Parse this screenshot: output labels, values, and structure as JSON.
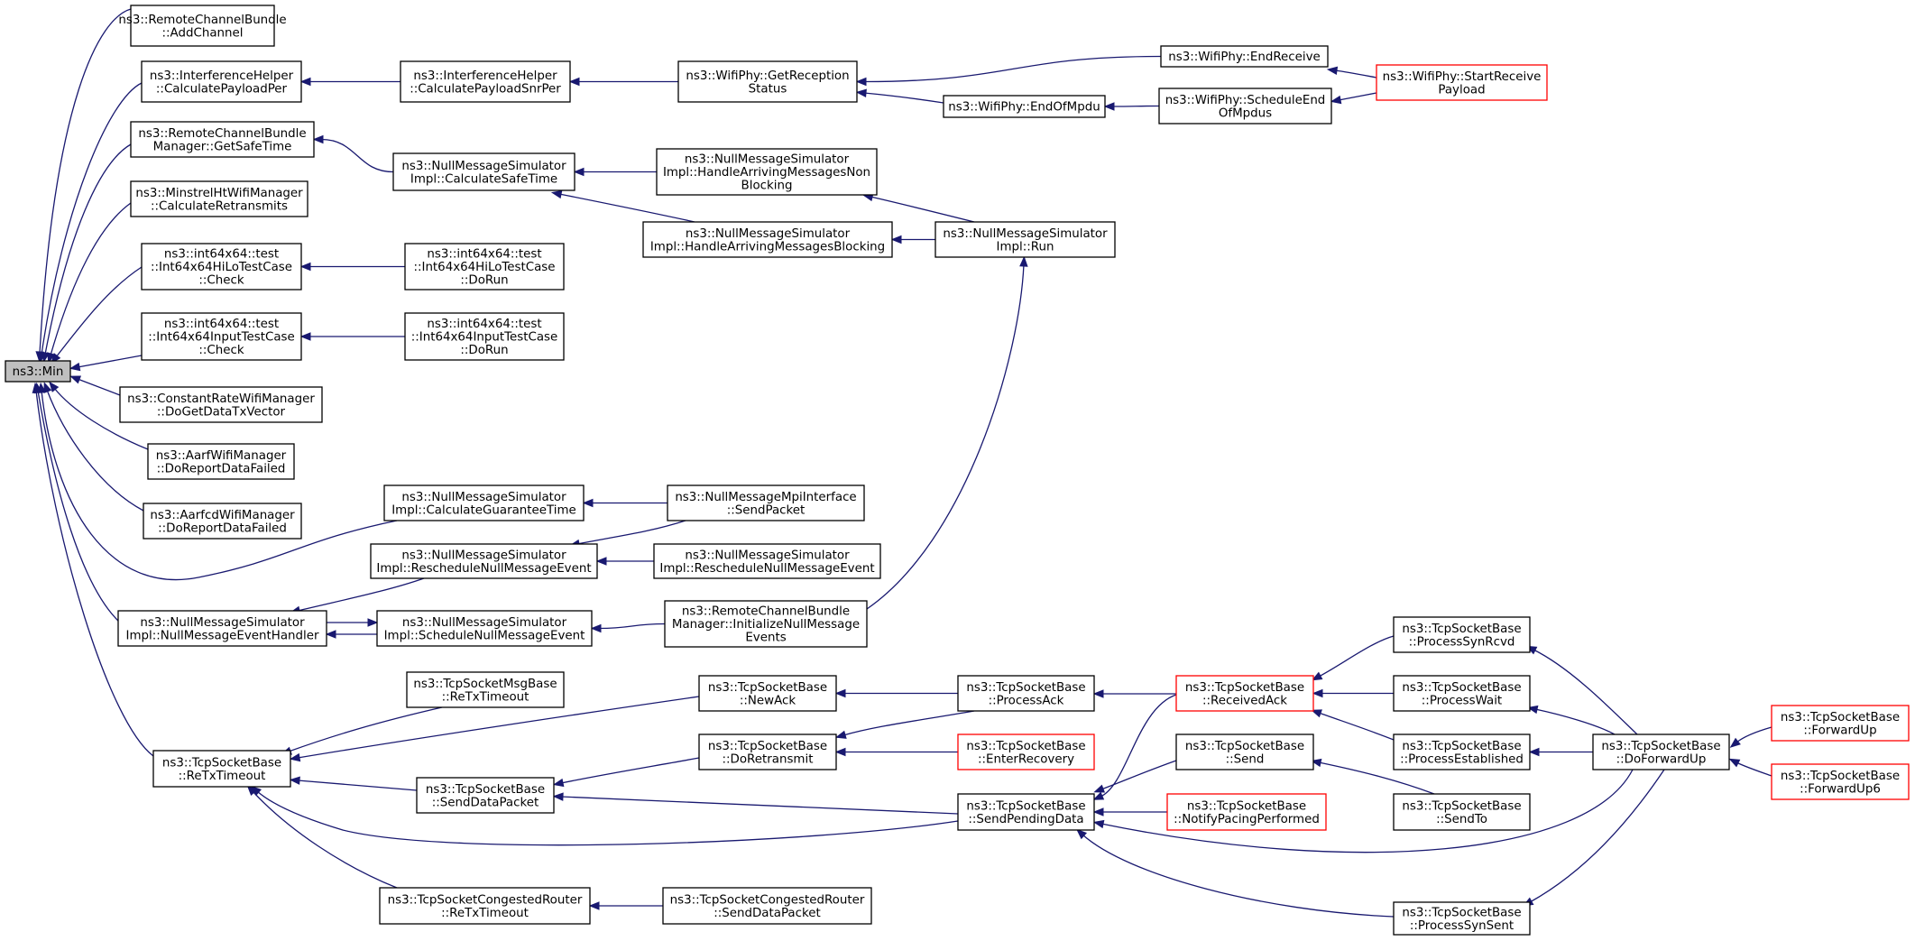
{
  "nodes": [
    {
      "id": "min",
      "lines": [
        "ns3::Min"
      ],
      "focus": true
    },
    {
      "id": "rcb_addchannel",
      "lines": [
        "ns3::RemoteChannelBundle",
        "::AddChannel"
      ]
    },
    {
      "id": "ih_calcpayloadper",
      "lines": [
        "ns3::InterferenceHelper",
        "::CalculatePayloadPer"
      ]
    },
    {
      "id": "ih_calcpayloadsnrper",
      "lines": [
        "ns3::InterferenceHelper",
        "::CalculatePayloadSnrPer"
      ]
    },
    {
      "id": "wp_getreceptionstatus",
      "lines": [
        "ns3::WifiPhy::GetReception",
        "Status"
      ]
    },
    {
      "id": "wp_endreceive",
      "lines": [
        "ns3::WifiPhy::EndReceive"
      ]
    },
    {
      "id": "wp_startreceivepayload",
      "lines": [
        "ns3::WifiPhy::StartReceive",
        "Payload"
      ],
      "truncated": true
    },
    {
      "id": "wp_endofmpdu",
      "lines": [
        "ns3::WifiPhy::EndOfMpdu"
      ]
    },
    {
      "id": "wp_scheduleendofmpdus",
      "lines": [
        "ns3::WifiPhy::ScheduleEnd",
        "OfMpdus"
      ]
    },
    {
      "id": "rcbm_getsafetime",
      "lines": [
        "ns3::RemoteChannelBundle",
        "Manager::GetSafeTime"
      ]
    },
    {
      "id": "nms_calcsafetime",
      "lines": [
        "ns3::NullMessageSimulator",
        "Impl::CalculateSafeTime"
      ]
    },
    {
      "id": "nms_handlenonblocking",
      "lines": [
        "ns3::NullMessageSimulator",
        "Impl::HandleArrivingMessagesNon",
        "Blocking"
      ]
    },
    {
      "id": "nms_handleblocking",
      "lines": [
        "ns3::NullMessageSimulator",
        "Impl::HandleArrivingMessagesBlocking"
      ]
    },
    {
      "id": "nms_run",
      "lines": [
        "ns3::NullMessageSimulator",
        "Impl::Run"
      ]
    },
    {
      "id": "mht_calcretransmits",
      "lines": [
        "ns3::MinstrelHtWifiManager",
        "::CalculateRetransmits"
      ]
    },
    {
      "id": "hilo_check",
      "lines": [
        "ns3::int64x64::test",
        "::Int64x64HiLoTestCase",
        "::Check"
      ]
    },
    {
      "id": "hilo_dorun",
      "lines": [
        "ns3::int64x64::test",
        "::Int64x64HiLoTestCase",
        "::DoRun"
      ]
    },
    {
      "id": "input_check",
      "lines": [
        "ns3::int64x64::test",
        "::Int64x64InputTestCase",
        "::Check"
      ]
    },
    {
      "id": "input_dorun",
      "lines": [
        "ns3::int64x64::test",
        "::Int64x64InputTestCase",
        "::DoRun"
      ]
    },
    {
      "id": "crwm_dogetdatatxvector",
      "lines": [
        "ns3::ConstantRateWifiManager",
        "::DoGetDataTxVector"
      ]
    },
    {
      "id": "aarf_doreportdatafailed",
      "lines": [
        "ns3::AarfWifiManager",
        "::DoReportDataFailed"
      ]
    },
    {
      "id": "aarfcd_doreportdatafailed",
      "lines": [
        "ns3::AarfcdWifiManager",
        "::DoReportDataFailed"
      ]
    },
    {
      "id": "nms_calcguaranteetime",
      "lines": [
        "ns3::NullMessageSimulator",
        "Impl::CalculateGuaranteeTime"
      ]
    },
    {
      "id": "nmmpi_sendpacket",
      "lines": [
        "ns3::NullMessageMpiInterface",
        "::SendPacket"
      ]
    },
    {
      "id": "nms_reschedule_a",
      "lines": [
        "ns3::NullMessageSimulator",
        "Impl::RescheduleNullMessageEvent"
      ]
    },
    {
      "id": "nms_reschedule_b",
      "lines": [
        "ns3::NullMessageSimulator",
        "Impl::RescheduleNullMessageEvent"
      ]
    },
    {
      "id": "nms_eventhandler",
      "lines": [
        "ns3::NullMessageSimulator",
        "Impl::NullMessageEventHandler"
      ]
    },
    {
      "id": "nms_schedulenull",
      "lines": [
        "ns3::NullMessageSimulator",
        "Impl::ScheduleNullMessageEvent"
      ]
    },
    {
      "id": "rcbm_initnull",
      "lines": [
        "ns3::RemoteChannelBundle",
        "Manager::InitializeNullMessage",
        "Events"
      ]
    },
    {
      "id": "tsmb_retxtimeout",
      "lines": [
        "ns3::TcpSocketMsgBase",
        "::ReTxTimeout"
      ]
    },
    {
      "id": "tsb_retxtimeout",
      "lines": [
        "ns3::TcpSocketBase",
        "::ReTxTimeout"
      ]
    },
    {
      "id": "tsb_newack",
      "lines": [
        "ns3::TcpSocketBase",
        "::NewAck"
      ]
    },
    {
      "id": "tsb_processack",
      "lines": [
        "ns3::TcpSocketBase",
        "::ProcessAck"
      ]
    },
    {
      "id": "tsb_receivedack",
      "lines": [
        "ns3::TcpSocketBase",
        "::ReceivedAck"
      ],
      "truncated": true
    },
    {
      "id": "tsb_processsynrcvd",
      "lines": [
        "ns3::TcpSocketBase",
        "::ProcessSynRcvd"
      ]
    },
    {
      "id": "tsb_processwait",
      "lines": [
        "ns3::TcpSocketBase",
        "::ProcessWait"
      ]
    },
    {
      "id": "tsb_processestablished",
      "lines": [
        "ns3::TcpSocketBase",
        "::ProcessEstablished"
      ]
    },
    {
      "id": "tsb_doforwardup",
      "lines": [
        "ns3::TcpSocketBase",
        "::DoForwardUp"
      ]
    },
    {
      "id": "tsb_forwardup",
      "lines": [
        "ns3::TcpSocketBase",
        "::ForwardUp"
      ],
      "truncated": true
    },
    {
      "id": "tsb_forwardup6",
      "lines": [
        "ns3::TcpSocketBase",
        "::ForwardUp6"
      ],
      "truncated": true
    },
    {
      "id": "tsb_doretransmit",
      "lines": [
        "ns3::TcpSocketBase",
        "::DoRetransmit"
      ]
    },
    {
      "id": "tsb_enterrecovery",
      "lines": [
        "ns3::TcpSocketBase",
        "::EnterRecovery"
      ],
      "truncated": true
    },
    {
      "id": "tsb_send",
      "lines": [
        "ns3::TcpSocketBase",
        "::Send"
      ]
    },
    {
      "id": "tsb_senddatapacket",
      "lines": [
        "ns3::TcpSocketBase",
        "::SendDataPacket"
      ]
    },
    {
      "id": "tsb_sendpendingdata",
      "lines": [
        "ns3::TcpSocketBase",
        "::SendPendingData"
      ]
    },
    {
      "id": "tsb_notifypacing",
      "lines": [
        "ns3::TcpSocketBase",
        "::NotifyPacingPerformed"
      ],
      "truncated": true
    },
    {
      "id": "tsb_sendto",
      "lines": [
        "ns3::TcpSocketBase",
        "::SendTo"
      ]
    },
    {
      "id": "tsb_processsynsent",
      "lines": [
        "ns3::TcpSocketBase",
        "::ProcessSynSent"
      ]
    },
    {
      "id": "tscr_retxtimeout",
      "lines": [
        "ns3::TcpSocketCongestedRouter",
        "::ReTxTimeout"
      ]
    },
    {
      "id": "tscr_senddatapacket",
      "lines": [
        "ns3::TcpSocketCongestedRouter",
        "::SendDataPacket"
      ]
    }
  ],
  "edges": [
    {
      "from": "rcb_addchannel",
      "to": "min"
    },
    {
      "from": "ih_calcpayloadper",
      "to": "min"
    },
    {
      "from": "rcbm_getsafetime",
      "to": "min"
    },
    {
      "from": "mht_calcretransmits",
      "to": "min"
    },
    {
      "from": "hilo_check",
      "to": "min"
    },
    {
      "from": "input_check",
      "to": "min"
    },
    {
      "from": "crwm_dogetdatatxvector",
      "to": "min"
    },
    {
      "from": "aarf_doreportdatafailed",
      "to": "min"
    },
    {
      "from": "aarfcd_doreportdatafailed",
      "to": "min"
    },
    {
      "from": "nms_calcguaranteetime",
      "to": "min"
    },
    {
      "from": "nms_eventhandler",
      "to": "min"
    },
    {
      "from": "tsb_retxtimeout",
      "to": "min"
    },
    {
      "from": "ih_calcpayloadsnrper",
      "to": "ih_calcpayloadper"
    },
    {
      "from": "wp_getreceptionstatus",
      "to": "ih_calcpayloadsnrper"
    },
    {
      "from": "wp_endreceive",
      "to": "wp_getreceptionstatus"
    },
    {
      "from": "wp_endofmpdu",
      "to": "wp_getreceptionstatus"
    },
    {
      "from": "wp_startreceivepayload",
      "to": "wp_endreceive"
    },
    {
      "from": "wp_scheduleendofmpdus",
      "to": "wp_endofmpdu"
    },
    {
      "from": "wp_startreceivepayload",
      "to": "wp_scheduleendofmpdus"
    },
    {
      "from": "nms_calcsafetime",
      "to": "rcbm_getsafetime"
    },
    {
      "from": "nms_handlenonblocking",
      "to": "nms_calcsafetime"
    },
    {
      "from": "nms_handleblocking",
      "to": "nms_calcsafetime"
    },
    {
      "from": "nms_run",
      "to": "nms_handlenonblocking"
    },
    {
      "from": "nms_run",
      "to": "nms_handleblocking"
    },
    {
      "from": "hilo_dorun",
      "to": "hilo_check"
    },
    {
      "from": "input_dorun",
      "to": "input_check"
    },
    {
      "from": "nmmpi_sendpacket",
      "to": "nms_calcguaranteetime"
    },
    {
      "from": "nmmpi_sendpacket",
      "to": "nms_reschedule_a"
    },
    {
      "from": "nms_reschedule_b",
      "to": "nms_reschedule_a"
    },
    {
      "from": "nms_reschedule_a",
      "to": "nms_eventhandler"
    },
    {
      "from": "nms_schedulenull",
      "to": "nms_eventhandler"
    },
    {
      "from": "nms_eventhandler",
      "to": "nms_schedulenull"
    },
    {
      "from": "rcbm_initnull",
      "to": "nms_schedulenull"
    },
    {
      "from": "rcbm_initnull",
      "to": "nms_run"
    },
    {
      "from": "tsmb_retxtimeout",
      "to": "tsb_retxtimeout"
    },
    {
      "from": "tsb_newack",
      "to": "tsb_retxtimeout"
    },
    {
      "from": "tsb_senddatapacket",
      "to": "tsb_retxtimeout"
    },
    {
      "from": "tsb_sendpendingdata",
      "to": "tsb_retxtimeout"
    },
    {
      "from": "tscr_retxtimeout",
      "to": "tsb_retxtimeout"
    },
    {
      "from": "tsb_processack",
      "to": "tsb_newack"
    },
    {
      "from": "tsb_processack",
      "to": "tsb_doretransmit"
    },
    {
      "from": "tsb_receivedack",
      "to": "tsb_processack"
    },
    {
      "from": "tsb_processsynrcvd",
      "to": "tsb_receivedack"
    },
    {
      "from": "tsb_processwait",
      "to": "tsb_receivedack"
    },
    {
      "from": "tsb_processestablished",
      "to": "tsb_receivedack"
    },
    {
      "from": "tsb_doforwardup",
      "to": "tsb_processsynrcvd"
    },
    {
      "from": "tsb_doforwardup",
      "to": "tsb_processwait"
    },
    {
      "from": "tsb_doforwardup",
      "to": "tsb_processestablished"
    },
    {
      "from": "tsb_forwardup",
      "to": "tsb_doforwardup"
    },
    {
      "from": "tsb_forwardup6",
      "to": "tsb_doforwardup"
    },
    {
      "from": "tsb_doretransmit",
      "to": "tsb_senddatapacket"
    },
    {
      "from": "tsb_enterrecovery",
      "to": "tsb_doretransmit"
    },
    {
      "from": "tsb_sendpendingdata",
      "to": "tsb_senddatapacket"
    },
    {
      "from": "tsb_receivedack",
      "to": "tsb_sendpendingdata"
    },
    {
      "from": "tsb_send",
      "to": "tsb_sendpendingdata"
    },
    {
      "from": "tsb_notifypacing",
      "to": "tsb_sendpendingdata"
    },
    {
      "from": "tsb_doforwardup",
      "to": "tsb_sendpendingdata"
    },
    {
      "from": "tsb_processsynsent",
      "to": "tsb_sendpendingdata"
    },
    {
      "from": "tsb_sendto",
      "to": "tsb_send"
    },
    {
      "from": "tsb_doforwardup",
      "to": "tsb_processsynsent"
    },
    {
      "from": "tscr_senddatapacket",
      "to": "tscr_retxtimeout"
    }
  ],
  "colors": {
    "edge": "#191970",
    "focus_fill": "#bfbfbf",
    "truncated_border": "#ff0000"
  }
}
